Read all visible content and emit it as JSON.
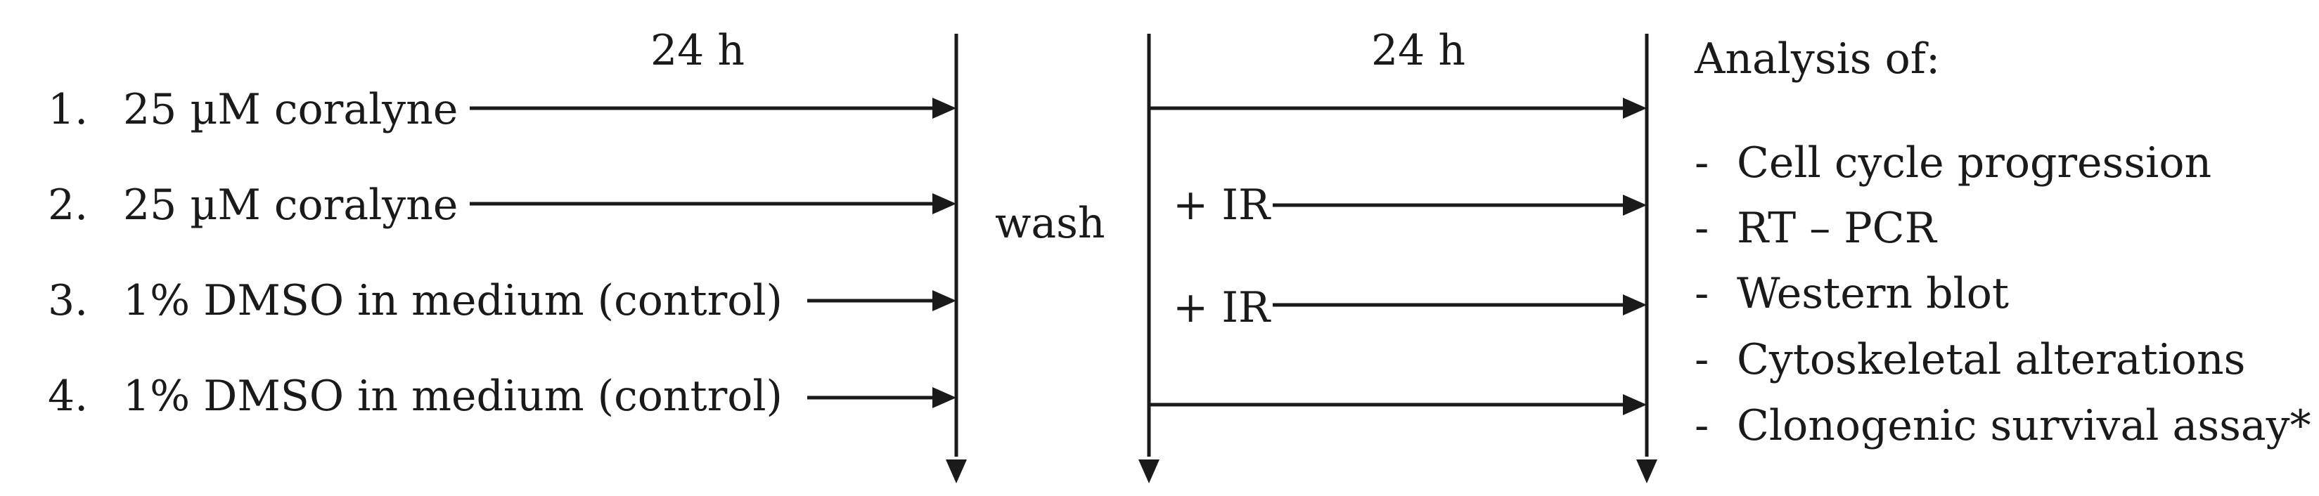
{
  "phase1": {
    "duration": "24 h",
    "treatments": [
      {
        "number": "1.",
        "label": "25 µM coralyne"
      },
      {
        "number": "2.",
        "label": "25 µM coralyne"
      },
      {
        "number": "3.",
        "label": "1% DMSO in medium (control)"
      },
      {
        "number": "4.",
        "label": "1% DMSO in medium (control)"
      }
    ]
  },
  "wash_label": "wash",
  "phase2": {
    "duration": "24 h",
    "row_labels": [
      "",
      "+ IR",
      "+ IR",
      ""
    ]
  },
  "analysis": {
    "title": "Analysis of:",
    "bullet": "-",
    "items": [
      "Cell cycle progression",
      "RT – PCR",
      "Western blot",
      "Cytoskeletal alterations",
      "Clonogenic survival assay*"
    ]
  },
  "colors": {
    "line": "#1a1a1a",
    "text": "#1a1a1a",
    "background": "#ffffff"
  }
}
